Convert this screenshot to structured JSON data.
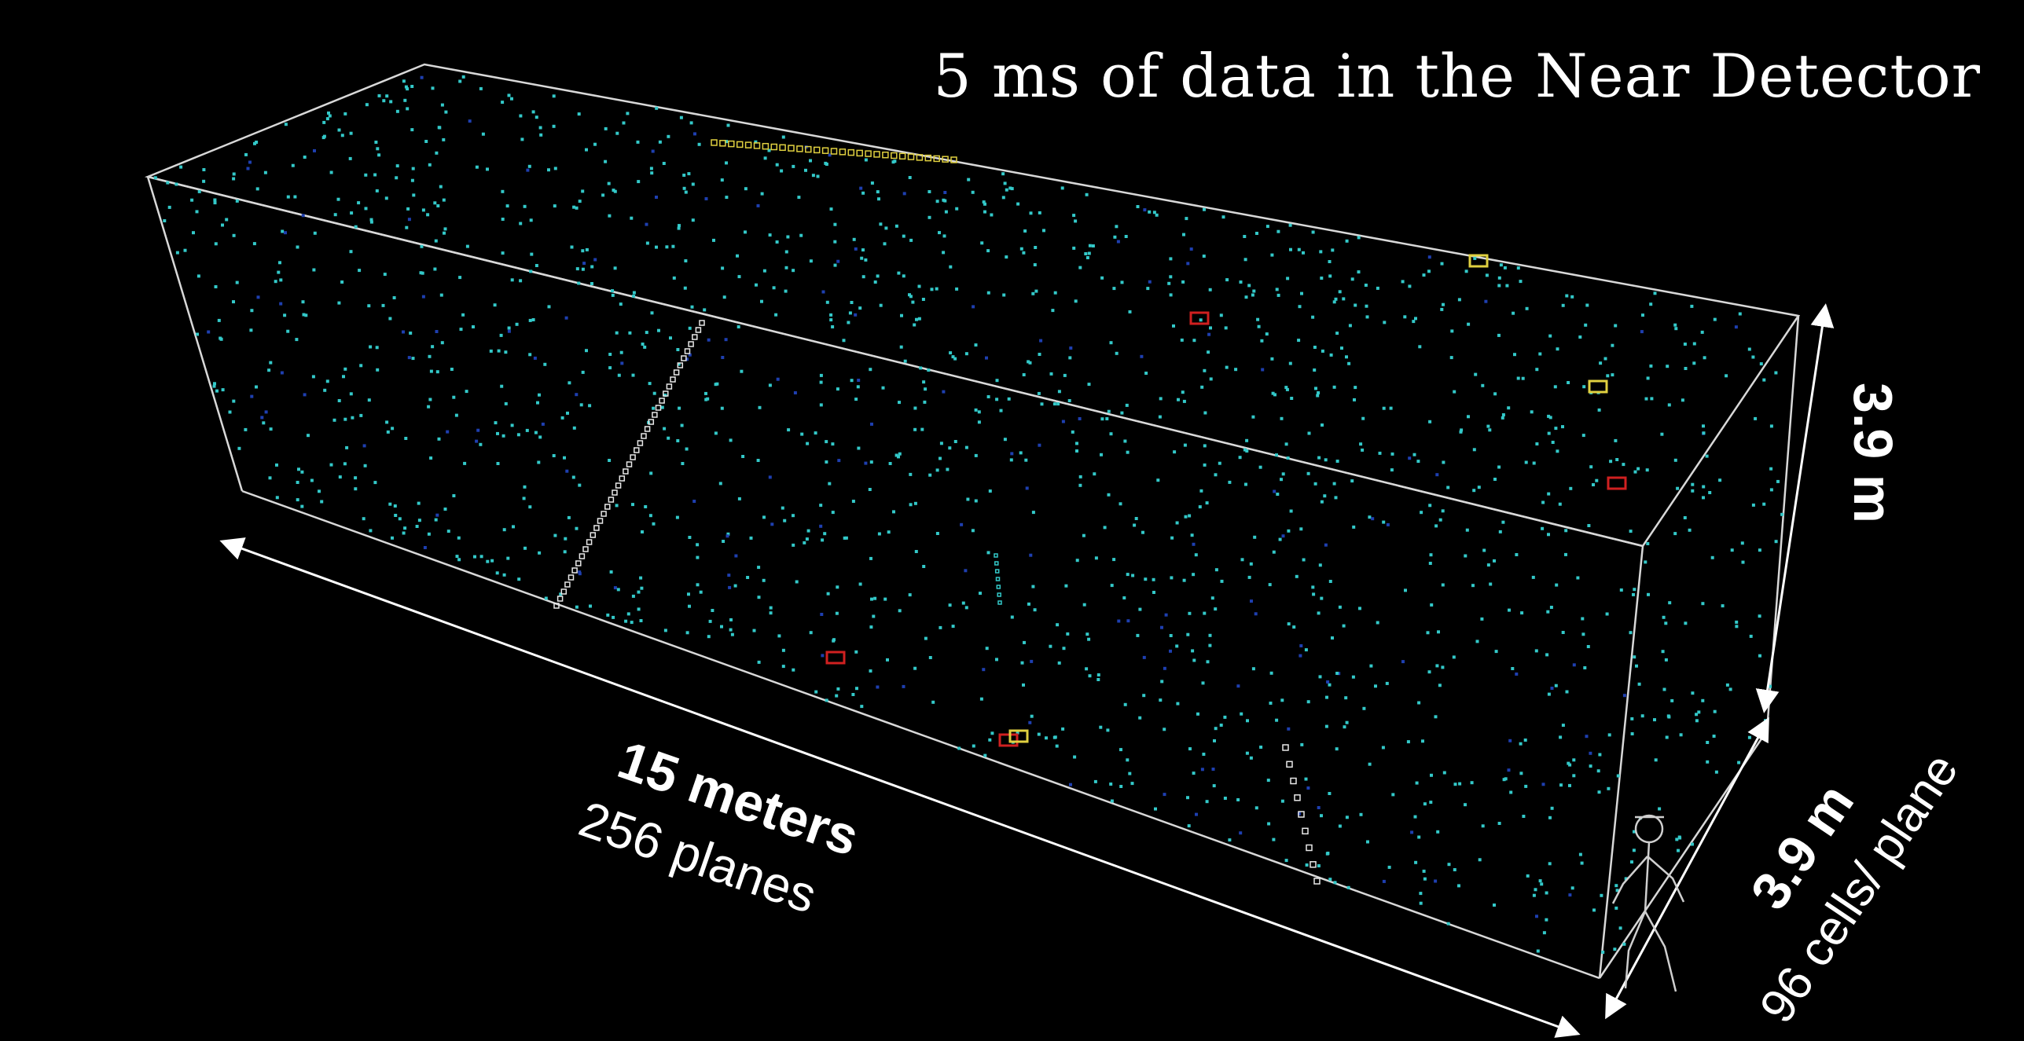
{
  "title": "5 ms of data in the Near Detector",
  "dimensions": {
    "length_main": "15 meters",
    "length_sub": "256 planes",
    "height": "3.9 m",
    "width_main": "3.9 m",
    "width_sub": "96 cells/ plane"
  },
  "colors": {
    "background": "#000000",
    "frame": "#d8d8d8",
    "hit_primary": "#33c9c9",
    "hit_secondary": "#1e3fb0",
    "hit_energetic": "#e0d040",
    "hit_cluster": "#d02020",
    "track": "#e8e8e8"
  }
}
